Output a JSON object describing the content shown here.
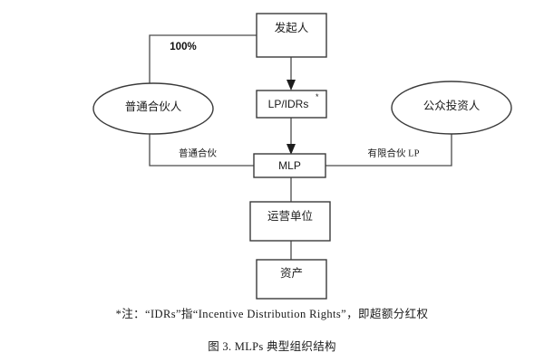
{
  "figure": {
    "caption": "图 3. MLPs 典型组织结构",
    "footnote": "*注：“IDRs”指“Incentive Distribution Rights”，即超额分红权"
  },
  "nodes": {
    "sponsor": {
      "label": "发起人"
    },
    "general_partner": {
      "label": "普通合伙人"
    },
    "lp_idrs": {
      "label": "LP/IDRs",
      "superscript": "*"
    },
    "public_investors": {
      "label": "公众投资人"
    },
    "mlp": {
      "label": "MLP"
    },
    "operating_unit": {
      "label": "运营单位"
    },
    "assets": {
      "label": "资产"
    }
  },
  "edges": {
    "sponsor_to_gp": {
      "label": "100%"
    },
    "gp_to_mlp": {
      "label": "普通合伙"
    },
    "investors_to_mlp": {
      "label": "有限合伙 LP"
    }
  },
  "colors": {
    "stroke": "#3a3a3a",
    "connector": "#4a4a4a",
    "text": "#1a1a1a",
    "background": "#ffffff"
  }
}
